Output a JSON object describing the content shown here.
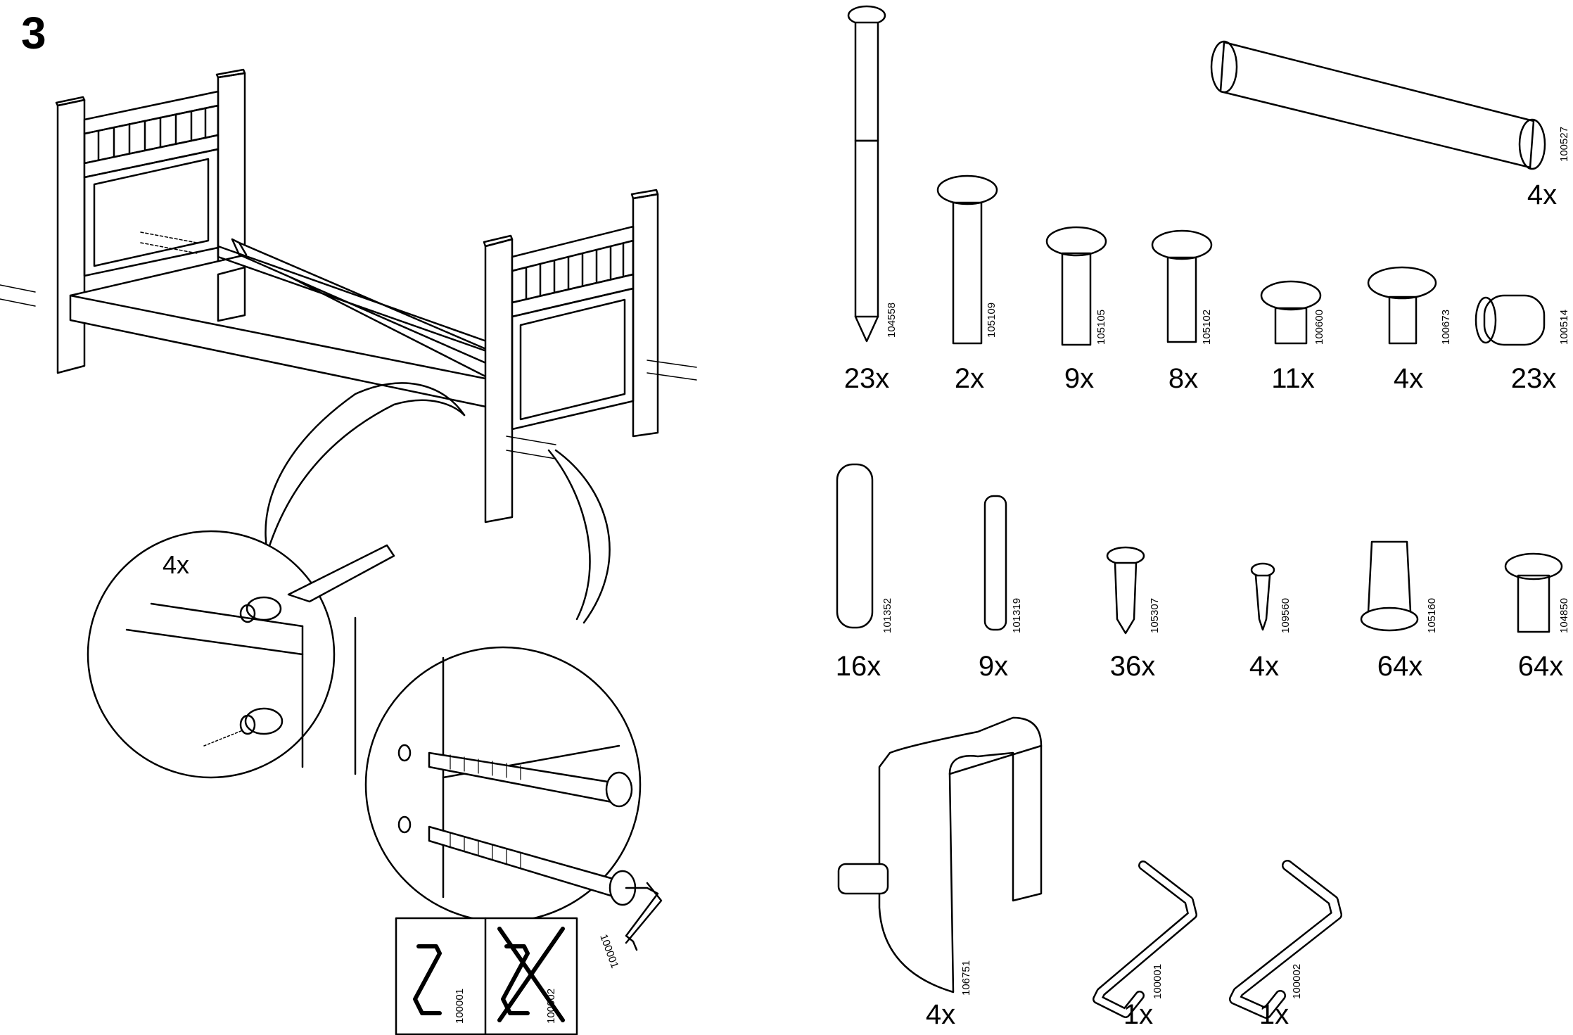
{
  "step_number": "3",
  "parts": {
    "row1": [
      {
        "code": "104558",
        "qty": "23x",
        "icon": "long-bolt-icon"
      },
      {
        "code": "105109",
        "qty": "2x",
        "icon": "bolt-icon"
      },
      {
        "code": "105105",
        "qty": "9x",
        "icon": "bolt-icon"
      },
      {
        "code": "105102",
        "qty": "8x",
        "icon": "bolt-icon"
      },
      {
        "code": "100600",
        "qty": "11x",
        "icon": "cap-nut-icon"
      },
      {
        "code": "100673",
        "qty": "4x",
        "icon": "cap-nut-icon"
      },
      {
        "code": "100514",
        "qty": "23x",
        "icon": "barrel-nut-icon"
      }
    ],
    "rod": {
      "code": "100527",
      "qty": "4x",
      "icon": "cross-dowel-rod-icon"
    },
    "row2": [
      {
        "code": "101352",
        "qty": "16x",
        "icon": "wooden-dowel-icon"
      },
      {
        "code": "101319",
        "qty": "9x",
        "icon": "metal-pin-icon"
      },
      {
        "code": "105307",
        "qty": "36x",
        "icon": "screw-icon"
      },
      {
        "code": "109560",
        "qty": "4x",
        "icon": "small-screw-icon"
      },
      {
        "code": "105160",
        "qty": "64x",
        "icon": "expansion-dowel-icon"
      },
      {
        "code": "104850",
        "qty": "64x",
        "icon": "cam-stud-icon"
      }
    ],
    "row3": [
      {
        "code": "106751",
        "qty": "4x",
        "icon": "bracket-icon"
      },
      {
        "code": "100001",
        "qty": "1x",
        "icon": "allen-key-icon"
      },
      {
        "code": "100002",
        "qty": "1x",
        "icon": "allen-key-icon"
      }
    ]
  },
  "instruction": {
    "barrel_nut_qty": "4x",
    "key_code": "100001",
    "correct_key_code": "100001",
    "wrong_key_code": "100002"
  }
}
